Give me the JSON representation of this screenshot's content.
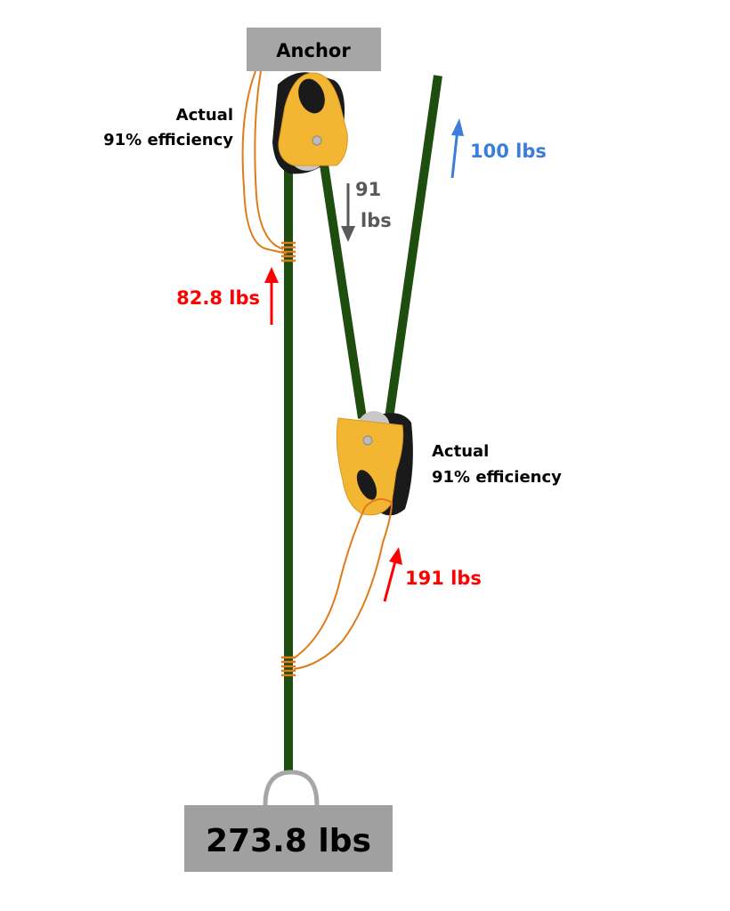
{
  "anchor": {
    "label": "Anchor"
  },
  "top_pulley": {
    "line1": "Actual",
    "line2": "91% efficiency"
  },
  "lower_pulley": {
    "line1": "Actual",
    "line2": "91% efficiency"
  },
  "forces": {
    "pull": "100 lbs",
    "after_top_pulley_value": "91",
    "after_top_pulley_unit": "lbs",
    "top_prusik": "82.8 lbs",
    "lower_prusik": "191 lbs"
  },
  "load": {
    "label": "273.8 lbs"
  },
  "colors": {
    "rope": "#1e4d10",
    "prusik": "#e07b1a",
    "pulley": "#f2b632",
    "red": "#ff0000",
    "blue": "#3b7dd8",
    "gray": "#595959",
    "box": "#a6a6a6"
  }
}
